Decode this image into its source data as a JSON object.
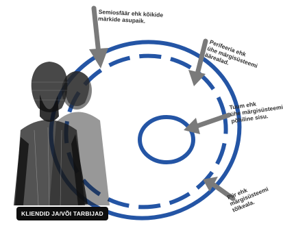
{
  "labels": {
    "semiosphere": [
      "Semiosfäär ehk kõikide",
      "märkide asupaik."
    ],
    "periphery": [
      "Perifeeria ehk",
      "ühe märgisüsteemi",
      "äärealad."
    ],
    "core": [
      "Tuum ehk",
      "ühe märgisüsteemi",
      "põhiline sisu."
    ],
    "boundary": [
      "Piir ehk",
      "märgisüsteemi",
      "tõlkeala."
    ]
  },
  "badge": "KLIENDID JA/VÕI TARBIJAD",
  "colors": {
    "ring": "#2455a5",
    "arrow": "#7a7a7a",
    "badge_bg": "#0e0e0e",
    "badge_text": "#ffffff",
    "figure_ink": "#1a1a1a"
  }
}
